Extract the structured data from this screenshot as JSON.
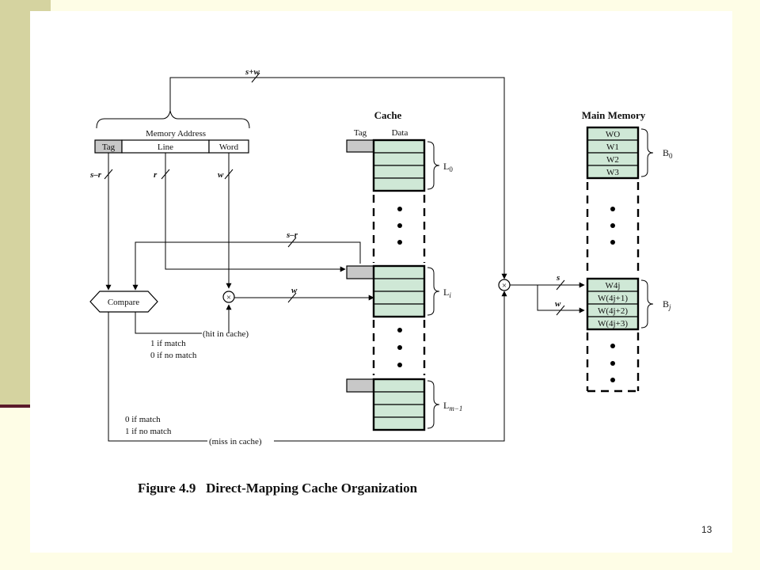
{
  "slide_number": "13",
  "caption": "Figure 4.9   Direct-Mapping Cache Organization",
  "memory_address": {
    "title": "Memory Address",
    "fields": [
      "Tag",
      "Line",
      "Word"
    ],
    "total_bits_label": "s+w"
  },
  "bus_labels": {
    "tag_bits": "s–r",
    "line_bits": "r",
    "word_bits": "w",
    "tag_to_compare": "s–r",
    "word_to_cache": "w",
    "mem_s": "s",
    "mem_w": "w"
  },
  "compare_label": "Compare",
  "hit_labels": [
    "1 if match",
    "0 if no match",
    "(hit in cache)"
  ],
  "miss_labels": [
    "0 if match",
    "1 if no match",
    "(miss in cache)"
  ],
  "cache": {
    "title": "Cache",
    "col_tag": "Tag",
    "col_data": "Data",
    "lines": [
      {
        "name": "L",
        "sub": "0"
      },
      {
        "name": "L",
        "sub": "i"
      },
      {
        "name": "L",
        "sub": "m−1"
      }
    ]
  },
  "main_memory": {
    "title": "Main Memory",
    "block0_words": [
      "WO",
      "W1",
      "W2",
      "W3"
    ],
    "blockj_words": [
      "W4j",
      "W(4j+1)",
      "W(4j+2)",
      "W(4j+3)"
    ],
    "block_labels": [
      {
        "name": "B",
        "sub": "0"
      },
      {
        "name": "B",
        "sub": "j"
      }
    ]
  },
  "colors": {
    "slide_background": "#fefde6",
    "left_bar": "#d5d3a0",
    "left_bar_line": "#5a1a2a",
    "cache_cell_fill": "#cfe8d6",
    "tag_cell_fill": "#c8c8c8"
  }
}
